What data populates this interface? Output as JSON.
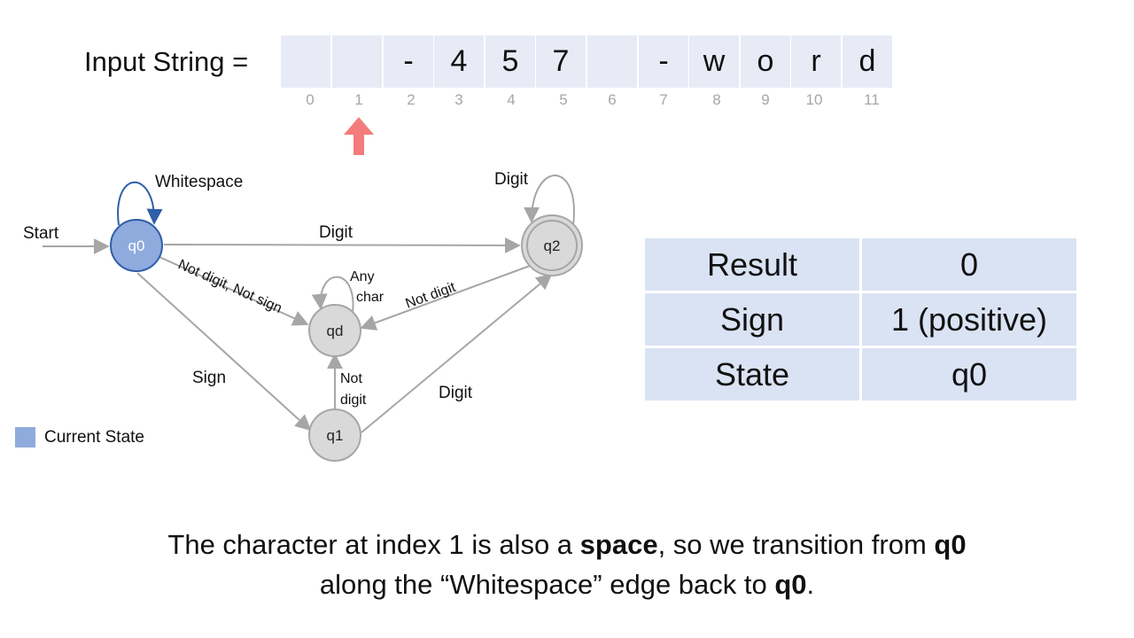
{
  "input_label": "Input String =",
  "input_cells": [
    "",
    "",
    "-",
    "4",
    "5",
    "7",
    "",
    "-",
    "w",
    "o",
    "r",
    "d"
  ],
  "indices": [
    "0",
    "1",
    "2",
    "3",
    "4",
    "5",
    "6",
    "7",
    "8",
    "9",
    "10",
    "11"
  ],
  "pointer_index": 1,
  "colors": {
    "cell_bg": "#e8ebf6",
    "pointer": "#f47c7c",
    "current_state": "#8faadc",
    "current_state_stroke": "#2e5fa8",
    "state_fill": "#d9d9d9",
    "edge": "#a6a6a6",
    "table_bg": "#dae3f3"
  },
  "diagram": {
    "states": {
      "q0": "q0",
      "q1": "q1",
      "q2": "q2",
      "qd": "qd"
    },
    "current_state": "q0",
    "edge_labels": {
      "start": "Start",
      "whitespace": "Whitespace",
      "q0_q2_digit": "Digit",
      "q2_self_digit": "Digit",
      "q0_qd": "Not digit, Not sign",
      "qd_self_line1": "Any",
      "qd_self_line2": "char",
      "q2_qd": "Not digit",
      "q0_q1_sign": "Sign",
      "q1_qd_line1": "Not",
      "q1_qd_line2": "digit",
      "q1_q2_digit": "Digit"
    }
  },
  "legend": {
    "label": "Current State"
  },
  "table": [
    {
      "key": "Result",
      "value": "0"
    },
    {
      "key": "Sign",
      "value": "1 (positive)"
    },
    {
      "key": "State",
      "value": "q0"
    }
  ],
  "caption": {
    "p1": "The character at index 1 is also a ",
    "b1": "space",
    "p2": ", so we transition from ",
    "b2": "q0",
    "p3": "along the “Whitespace” edge back to ",
    "b3": "q0",
    "p4": "."
  }
}
